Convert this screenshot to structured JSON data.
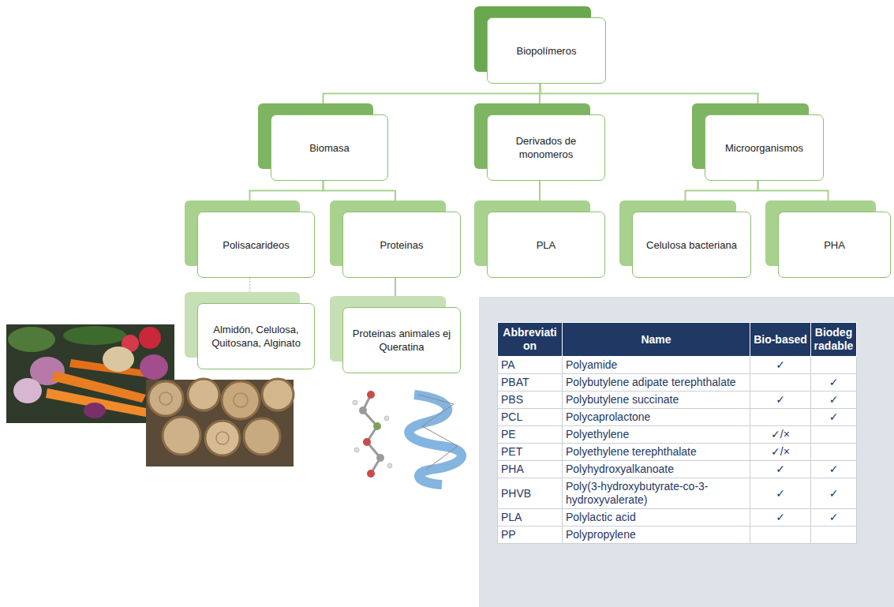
{
  "diagram": {
    "nodes": [
      {
        "text": [
          "Biopolímeros"
        ]
      },
      {
        "text": [
          "Biomasa"
        ]
      },
      {
        "text": [
          "Derivados de monomeros"
        ]
      },
      {
        "text": [
          "Microorganismos"
        ]
      },
      {
        "text": [
          "Polisacarideos"
        ]
      },
      {
        "text": [
          "Proteinas"
        ]
      },
      {
        "text": [
          "PLA"
        ]
      },
      {
        "text": [
          "Celulosa bacteriana"
        ]
      },
      {
        "text": [
          "PHA"
        ]
      },
      {
        "text": [
          "Almidón, Celulosa, Quitosana, Alginato"
        ]
      },
      {
        "text": [
          "Proteinas animales ej Queratina"
        ]
      }
    ],
    "edges": [
      {
        "from": 0,
        "to": 1,
        "arrow": "none"
      },
      {
        "from": 0,
        "to": 2,
        "arrow": "none"
      },
      {
        "from": 0,
        "to": 3,
        "arrow": "none"
      },
      {
        "from": 1,
        "to": 4,
        "arrow": "none"
      },
      {
        "from": 1,
        "to": 5,
        "arrow": "none"
      },
      {
        "from": 2,
        "to": 6,
        "arrow": "none"
      },
      {
        "from": 3,
        "to": 7,
        "arrow": "none"
      },
      {
        "from": 3,
        "to": 8,
        "arrow": "none"
      },
      {
        "from": 4,
        "to": 9,
        "arrow": "none"
      },
      {
        "from": 5,
        "to": 10,
        "arrow": "none"
      }
    ],
    "labels": [
      "Abbreviation",
      "Name",
      "Bio-based",
      "Biodegradable",
      "PA",
      "Polyamide",
      "✓",
      "PBAT",
      "Polybutylene adipate terephthalate",
      "✓",
      "PBS",
      "Polybutylene succinate",
      "✓",
      "✓",
      "PCL",
      "Polycaprolactone",
      "✓",
      "PE",
      "Polyethylene",
      "✓/×",
      "PET",
      "Polyethylene terephthalate",
      "✓/×",
      "PHA",
      "Polyhydroxyalkanoate",
      "✓",
      "✓",
      "PHVB",
      "Poly(3-hydroxybutyrate-co-3-hydroxyvalerate)",
      "✓",
      "✓",
      "PLA",
      "Polylactic acid",
      "✓",
      "✓",
      "PP",
      "Polypropylene"
    ]
  }
}
